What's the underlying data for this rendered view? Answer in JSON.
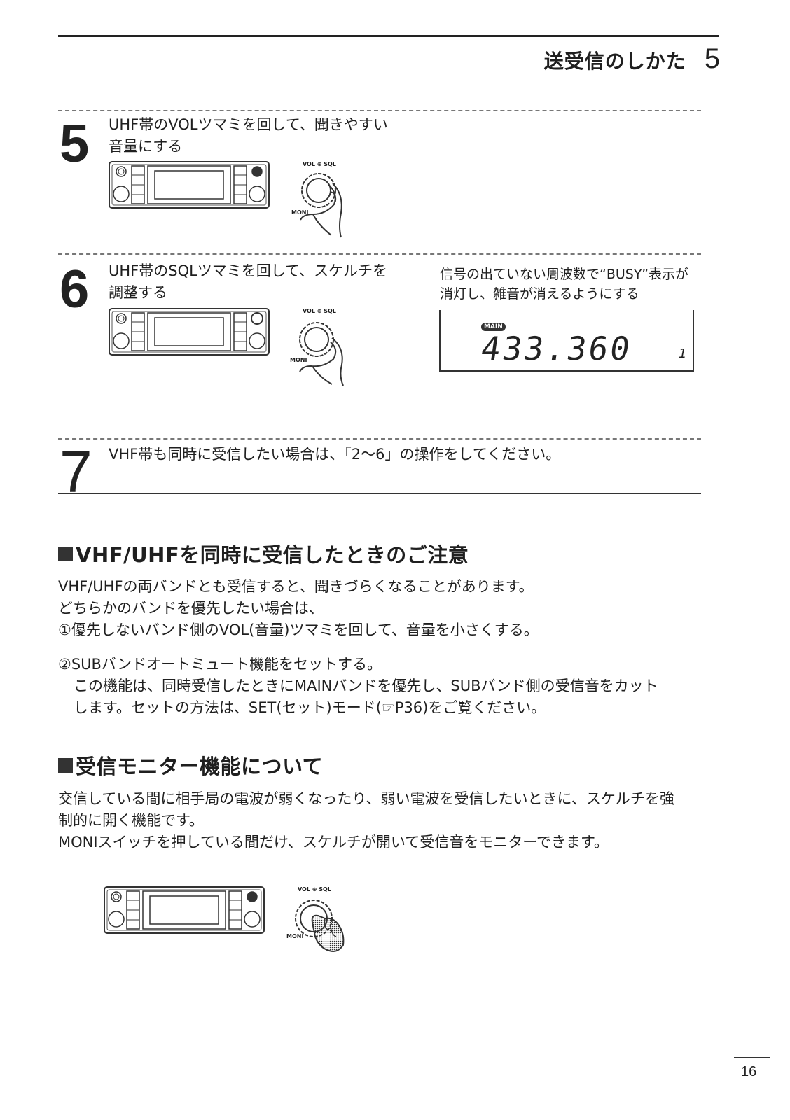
{
  "header": {
    "chapter_title": "送受信のしかた",
    "chapter_number": "5"
  },
  "steps": [
    {
      "number": "5",
      "line1": "UHF帯のVOLツマミを回して、聞きやすい",
      "line2": "音量にする"
    },
    {
      "number": "6",
      "line1": "UHF帯のSQLツマミを回して、スケルチを",
      "line2": "調整する",
      "note_line1": "信号の出ていない周波数で“BUSY”表示が",
      "note_line2": "消灯し、雑音が消えるようにする"
    },
    {
      "number": "7",
      "line1": "VHF帯も同時に受信したい場合は、「2〜6」の操作をしてください。"
    }
  ],
  "knob_labels": {
    "top": "VOL ⊕ SQL",
    "moni": "MONI"
  },
  "display": {
    "badge": "MAIN",
    "frequency": "433.360",
    "indicator": "1"
  },
  "section1": {
    "heading": "VHF/UHFを同時に受信したときのご注意",
    "p1": "VHF/UHFの両バンドとも受信すると、聞きづらくなることがあります。",
    "p2": "どちらかのバンドを優先したい場合は、",
    "p3": "①優先しないバンド側のVOL(音量)ツマミを回して、音量を小さくする。",
    "p4": "②SUBバンドオートミュート機能をセットする。",
    "p5": "この機能は、同時受信したときにMAINバンドを優先し、SUBバンド側の受信音をカット",
    "p6": "します。セットの方法は、SET(セット)モード(☞P36)をご覧ください。"
  },
  "section2": {
    "heading": "受信モニター機能について",
    "p1": "交信している間に相手局の電波が弱くなったり、弱い電波を受信したいときに、スケルチを強",
    "p2": "制的に開く機能です。",
    "p3": "MONIスイッチを押している間だけ、スケルチが開いて受信音をモニターできます。"
  },
  "page_number": "16"
}
